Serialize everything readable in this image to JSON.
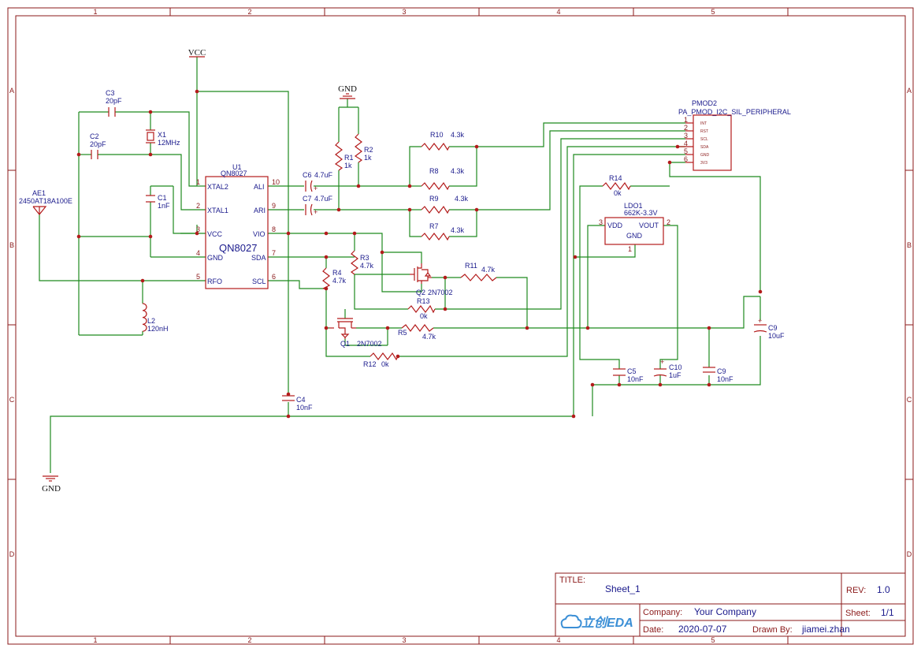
{
  "border": {
    "columns": [
      "1",
      "2",
      "3",
      "4",
      "5"
    ],
    "rows": [
      "A",
      "B",
      "C",
      "D"
    ]
  },
  "nets": {
    "vcc": "VCC",
    "gnd_top": "GND",
    "gnd_bottom": "GND"
  },
  "components": {
    "u1": {
      "ref": "U1",
      "part": "QN8027",
      "title": "QN8027",
      "pins": {
        "xtal2": "XTAL2",
        "xtal1": "XTAL1",
        "vcc": "VCC",
        "gnd": "GND",
        "rfo": "RFO",
        "ali": "ALI",
        "ari": "ARI",
        "vio": "VIO",
        "sda": "SDA",
        "scl": "SCL"
      },
      "pin_numbers": {
        "xtal2": "1",
        "xtal1": "2",
        "vcc": "3",
        "gnd": "4",
        "rfo": "5",
        "scl": "6",
        "sda": "7",
        "vio": "8",
        "ari": "9",
        "ali": "10"
      }
    },
    "c3": {
      "ref": "C3",
      "value": "20pF"
    },
    "c2": {
      "ref": "C2",
      "value": "20pF"
    },
    "x1": {
      "ref": "X1",
      "value": "12MHz"
    },
    "c1": {
      "ref": "C1",
      "value": "1nF"
    },
    "ae1": {
      "ref": "AE1",
      "value": "2450AT18A100E"
    },
    "l2": {
      "ref": "L2",
      "value": "120nH"
    },
    "c4": {
      "ref": "C4",
      "value": "10nF"
    },
    "c6": {
      "ref": "C6",
      "value": "4.7uF"
    },
    "c7": {
      "ref": "C7",
      "value": "4.7uF"
    },
    "r1": {
      "ref": "R1",
      "value": "1k"
    },
    "r2": {
      "ref": "R2",
      "value": "1k"
    },
    "r10": {
      "ref": "R10",
      "value": "4.3k"
    },
    "r8": {
      "ref": "R8",
      "value": "4.3k"
    },
    "r9": {
      "ref": "R9",
      "value": "4.3k"
    },
    "r7": {
      "ref": "R7",
      "value": "4.3k"
    },
    "r3": {
      "ref": "R3",
      "value": "4.7k"
    },
    "r4": {
      "ref": "R4",
      "value": "4.7k"
    },
    "r11": {
      "ref": "R11",
      "value": "4.7k"
    },
    "r5": {
      "ref": "R5",
      "value": "4.7k"
    },
    "r13": {
      "ref": "R13",
      "value": "0k"
    },
    "r12": {
      "ref": "R12",
      "value": "0k"
    },
    "r14": {
      "ref": "R14",
      "value": "0k"
    },
    "q1": {
      "ref": "Q1",
      "value": "2N7002"
    },
    "q2": {
      "ref": "Q2",
      "value": "2N7002"
    },
    "ldo1": {
      "ref": "LDO1",
      "value": "662K-3.3V",
      "pins": {
        "vdd": "VDD",
        "vout": "VOUT",
        "gnd": "GND"
      },
      "pin_numbers": {
        "vdd": "3",
        "vout": "2",
        "gnd": "1"
      }
    },
    "c5": {
      "ref": "C5",
      "value": "10nF"
    },
    "c10": {
      "ref": "C10",
      "value": "1uF"
    },
    "c9a": {
      "ref": "C9",
      "value": "10nF"
    },
    "c9b": {
      "ref": "C9",
      "value": "10uF"
    },
    "pmod2": {
      "ref": "PMOD2",
      "value": "PA_PMOD_I2C_SIL_PERIPHERAL",
      "pin_names": [
        "INT",
        "RST",
        "SCL",
        "SDA",
        "GND",
        "3V3"
      ],
      "pin_numbers": [
        "1",
        "2",
        "3",
        "4",
        "5",
        "6"
      ]
    }
  },
  "title_block": {
    "title_label": "TITLE:",
    "title": "Sheet_1",
    "rev_label": "REV:",
    "rev": "1.0",
    "company_label": "Company:",
    "company": "Your Company",
    "sheet_label": "Sheet:",
    "sheet": "1/1",
    "date_label": "Date:",
    "date": "2020-07-07",
    "drawn_label": "Drawn By:",
    "drawn_by": "jiamei.zhan",
    "logo_text": "立创EDA"
  },
  "colors": {
    "border": "#8b1a1a",
    "wire": "#1e8a1e",
    "symbol": "#b31b1b",
    "text": "#1a1a8c"
  }
}
